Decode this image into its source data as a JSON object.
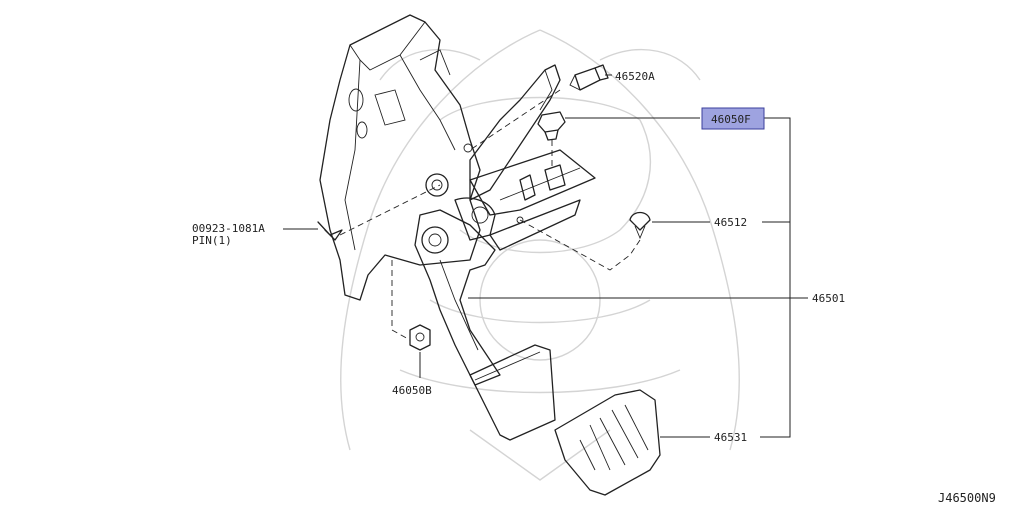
{
  "callouts": {
    "pin_part": "00923-1081A",
    "pin_sub": "PIN(1)",
    "pivot_pin": "46520A",
    "highlight_part": "46050F",
    "stopper": "46512",
    "pedal_assy": "46501",
    "nut": "46050B",
    "pad": "46531"
  },
  "diagram_code": "J46500N9",
  "colors": {
    "highlight_fill": "#9ea3e0",
    "highlight_stroke": "#3b3f9c",
    "line": "#222222",
    "watermark": "#d4d4d4"
  }
}
